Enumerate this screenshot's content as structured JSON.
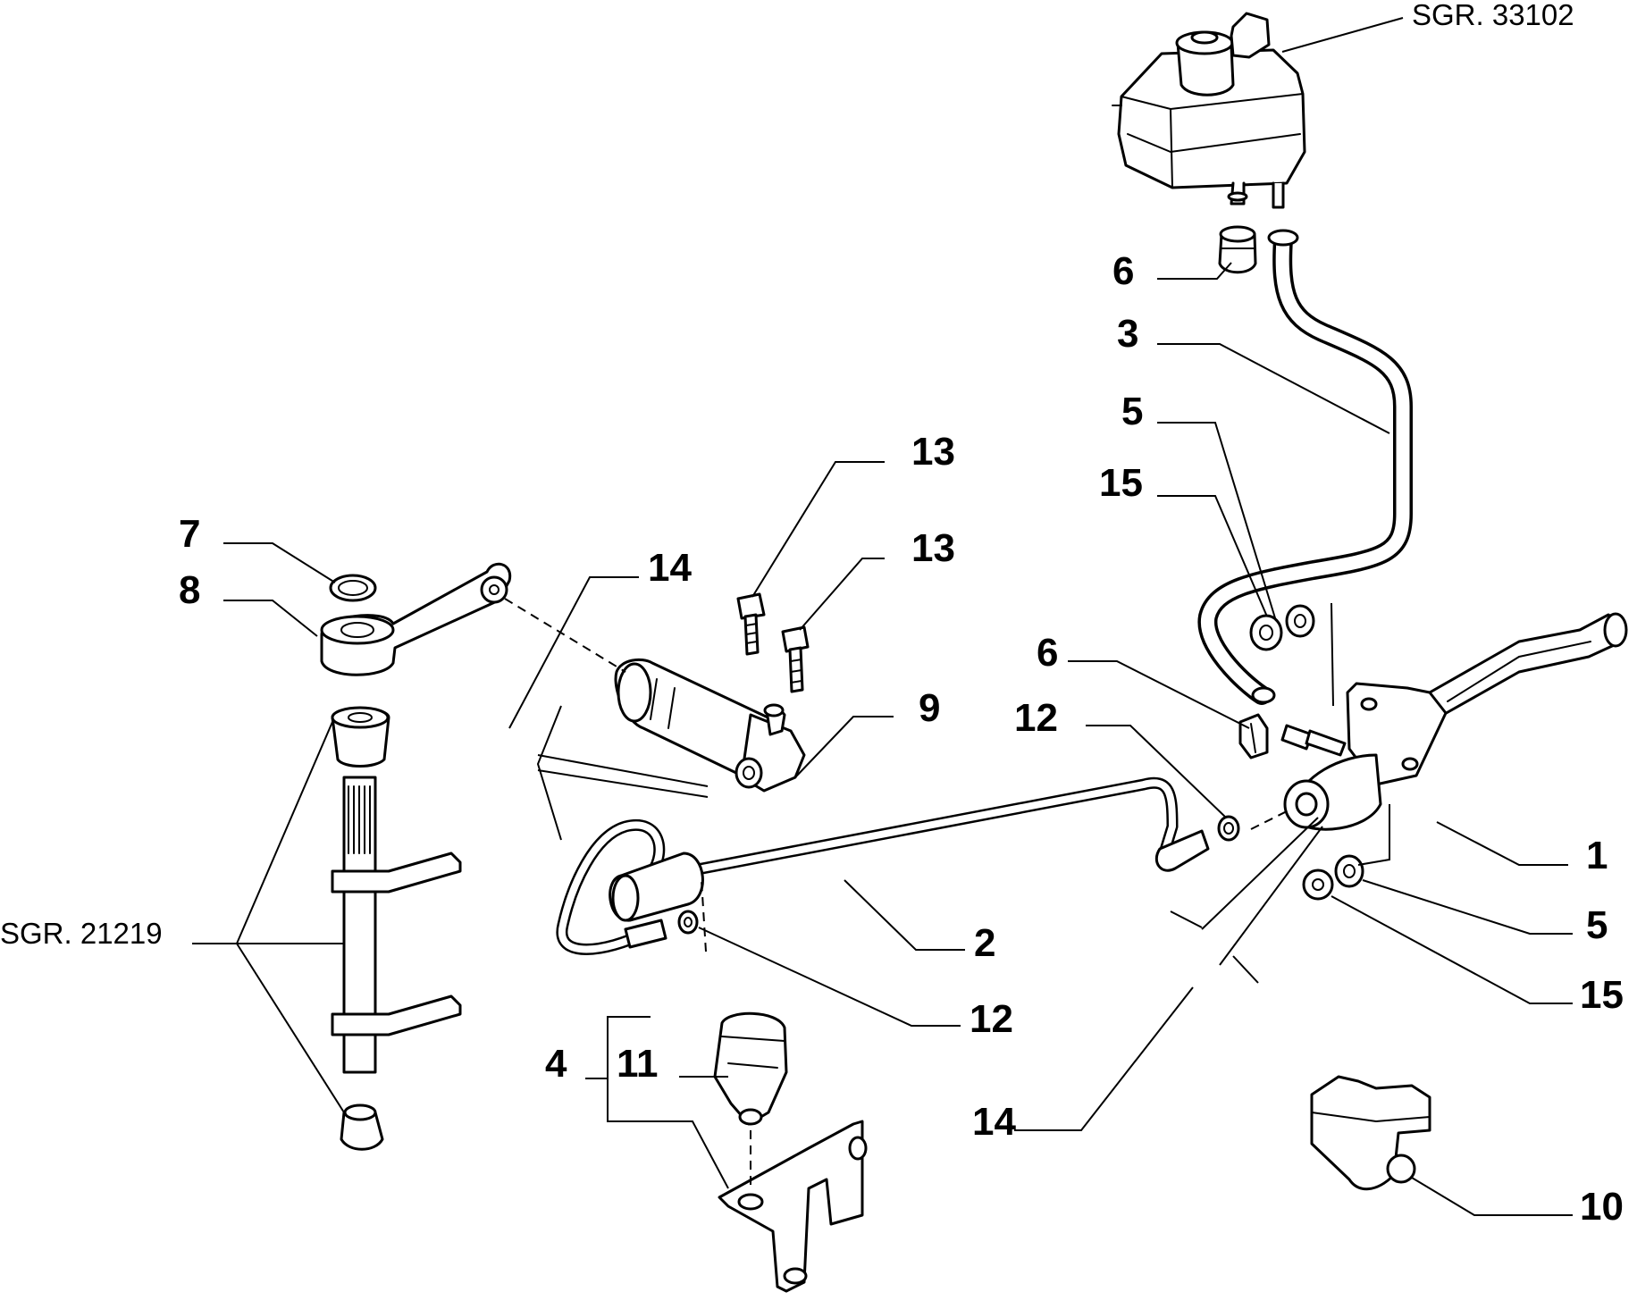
{
  "references": {
    "sgr_top": "SGR. 33102",
    "sgr_left": "SGR. 21219"
  },
  "callouts": {
    "p1": "1",
    "p2": "2",
    "p3": "3",
    "p4": "4",
    "p5a": "5",
    "p5b": "5",
    "p6a": "6",
    "p6b": "6",
    "p7": "7",
    "p8": "8",
    "p9": "9",
    "p10": "10",
    "p11": "11",
    "p12a": "12",
    "p12b": "12",
    "p13a": "13",
    "p13b": "13",
    "p14a": "14",
    "p14b": "14",
    "p15a": "15",
    "p15b": "15"
  }
}
